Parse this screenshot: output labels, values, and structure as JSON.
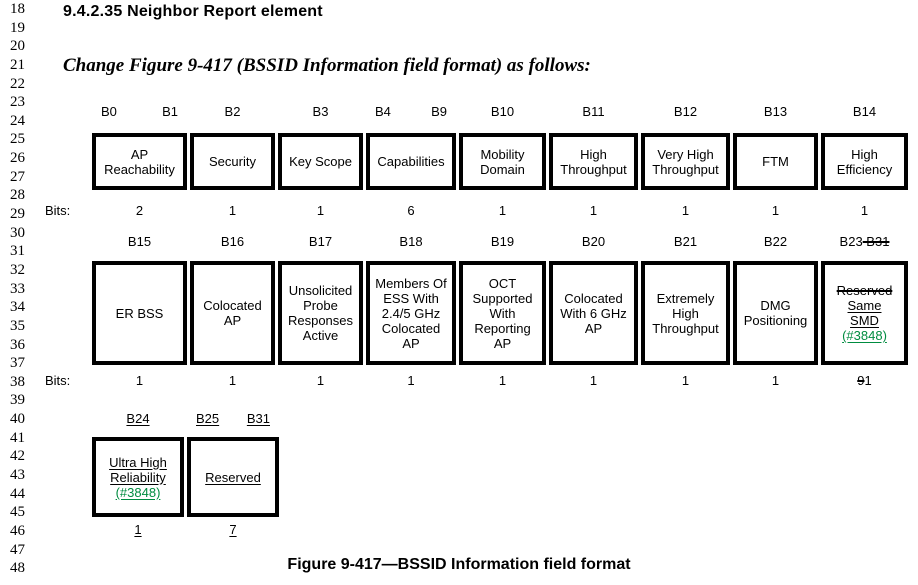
{
  "page": {
    "line_numbers": [
      "18",
      "19",
      "20",
      "21",
      "22",
      "23",
      "24",
      "25",
      "26",
      "27",
      "28",
      "29",
      "30",
      "31",
      "32",
      "33",
      "34",
      "35",
      "36",
      "37",
      "38",
      "39",
      "40",
      "41",
      "42",
      "43",
      "44",
      "45",
      "46",
      "47",
      "48"
    ],
    "heading": "9.4.2.35 Neighbor Report element",
    "change_instruction": "Change Figure 9-417 (BSSID Information field format) as follows:",
    "caption": "Figure 9-417—BSSID Information field format"
  },
  "colors": {
    "insertion_green": "#008C40"
  },
  "figure": {
    "tables": [
      {
        "bits_label": "Bits:",
        "columns": [
          {
            "bit_labels": [
              {
                "t": "B0"
              },
              {
                "t": "B1"
              }
            ],
            "lines": [
              {
                "t": "AP"
              },
              {
                "t": "Reachability"
              }
            ],
            "bits": [
              {
                "t": "2"
              }
            ]
          },
          {
            "bit_labels": [
              {
                "t": "B2"
              }
            ],
            "lines": [
              {
                "t": "Security"
              }
            ],
            "bits": [
              {
                "t": "1"
              }
            ]
          },
          {
            "bit_labels": [
              {
                "t": "B3"
              }
            ],
            "lines": [
              {
                "t": "Key Scope"
              }
            ],
            "bits": [
              {
                "t": "1"
              }
            ]
          },
          {
            "bit_labels": [
              {
                "t": "B4"
              },
              {
                "t": "B9"
              }
            ],
            "lines": [
              {
                "t": "Capabilities"
              }
            ],
            "bits": [
              {
                "t": "6"
              }
            ]
          },
          {
            "bit_labels": [
              {
                "t": "B10"
              }
            ],
            "lines": [
              {
                "t": "Mobility"
              },
              {
                "t": "Domain"
              }
            ],
            "bits": [
              {
                "t": "1"
              }
            ]
          },
          {
            "bit_labels": [
              {
                "t": "B11"
              }
            ],
            "lines": [
              {
                "t": "High"
              },
              {
                "t": "Throughput"
              }
            ],
            "bits": [
              {
                "t": "1"
              }
            ]
          },
          {
            "bit_labels": [
              {
                "t": "B12"
              }
            ],
            "lines": [
              {
                "t": "Very High"
              },
              {
                "t": "Throughput"
              }
            ],
            "bits": [
              {
                "t": "1"
              }
            ]
          },
          {
            "bit_labels": [
              {
                "t": "B13"
              }
            ],
            "lines": [
              {
                "t": "FTM"
              }
            ],
            "bits": [
              {
                "t": "1"
              }
            ]
          },
          {
            "bit_labels": [
              {
                "t": "B14"
              }
            ],
            "lines": [
              {
                "t": "High"
              },
              {
                "t": "Efficiency"
              }
            ],
            "bits": [
              {
                "t": "1"
              }
            ]
          }
        ]
      },
      {
        "bits_label": "Bits:",
        "columns": [
          {
            "bit_labels": [
              {
                "t": "B15"
              }
            ],
            "lines": [
              {
                "t": "ER BSS"
              }
            ],
            "bits": [
              {
                "t": "1"
              }
            ]
          },
          {
            "bit_labels": [
              {
                "t": "B16"
              }
            ],
            "lines": [
              {
                "t": "Colocated"
              },
              {
                "t": "AP"
              }
            ],
            "bits": [
              {
                "t": "1"
              }
            ]
          },
          {
            "bit_labels": [
              {
                "t": "B17"
              }
            ],
            "lines": [
              {
                "t": "Unsolicited"
              },
              {
                "t": "Probe"
              },
              {
                "t": "Responses"
              },
              {
                "t": "Active"
              }
            ],
            "bits": [
              {
                "t": "1"
              }
            ]
          },
          {
            "bit_labels": [
              {
                "t": "B18"
              }
            ],
            "lines": [
              {
                "t": "Members Of"
              },
              {
                "t": "ESS With"
              },
              {
                "t": "2.4/5 GHz"
              },
              {
                "t": "Colocated"
              },
              {
                "t": "AP"
              }
            ],
            "bits": [
              {
                "t": "1"
              }
            ]
          },
          {
            "bit_labels": [
              {
                "t": "B19"
              }
            ],
            "lines": [
              {
                "t": "OCT"
              },
              {
                "t": "Supported"
              },
              {
                "t": "With"
              },
              {
                "t": "Reporting"
              },
              {
                "t": "AP"
              }
            ],
            "bits": [
              {
                "t": "1"
              }
            ]
          },
          {
            "bit_labels": [
              {
                "t": "B20"
              }
            ],
            "lines": [
              {
                "t": "Colocated"
              },
              {
                "t": "With 6 GHz"
              },
              {
                "t": "AP"
              }
            ],
            "bits": [
              {
                "t": "1"
              }
            ]
          },
          {
            "bit_labels": [
              {
                "t": "B21"
              }
            ],
            "lines": [
              {
                "t": "Extremely"
              },
              {
                "t": "High"
              },
              {
                "t": "Throughput"
              }
            ],
            "bits": [
              {
                "t": "1"
              }
            ]
          },
          {
            "bit_labels": [
              {
                "t": "B22"
              }
            ],
            "lines": [
              {
                "t": "DMG"
              },
              {
                "t": "Positioning"
              }
            ],
            "bits": [
              {
                "t": "1"
              }
            ]
          },
          {
            "bit_labels": [
              {
                "t": "B23"
              },
              {
                "t": "B31",
                "s": "strike"
              }
            ],
            "labels_joined": true,
            "lines": [
              {
                "t": "Reserved",
                "s": "strike"
              },
              {
                "t": "Same",
                "s": "underline"
              },
              {
                "t": "SMD",
                "s": "underline"
              },
              {
                "t": "(#3848)",
                "s": "green"
              }
            ],
            "bits": [
              {
                "t": "9",
                "s": "strike"
              },
              {
                "t": "1"
              }
            ]
          }
        ]
      },
      {
        "bits_label": "",
        "columns": [
          {
            "bit_labels": [
              {
                "t": "B24",
                "s": "underline"
              }
            ],
            "lines": [
              {
                "t": "Ultra High",
                "s": "underline"
              },
              {
                "t": "Reliability",
                "s": "underline"
              },
              {
                "t": "(#3848)",
                "s": "green"
              }
            ],
            "bits": [
              {
                "t": "1",
                "s": "underline"
              }
            ]
          },
          {
            "bit_labels": [
              {
                "t": "B25",
                "s": "underline"
              },
              {
                "t": "B31",
                "s": "underline"
              }
            ],
            "lines": [
              {
                "t": "Reserved",
                "s": "underline"
              }
            ],
            "bits": [
              {
                "t": "7",
                "s": "underline"
              }
            ]
          }
        ]
      }
    ]
  }
}
